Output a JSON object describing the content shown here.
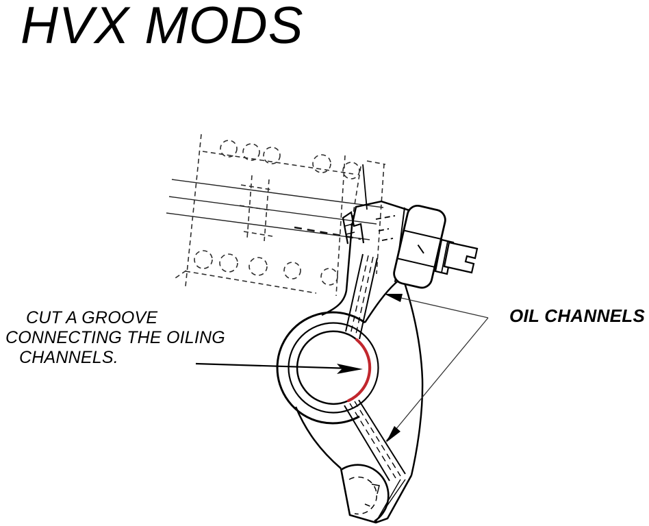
{
  "title": {
    "text": "HVX MODS"
  },
  "annotations": {
    "groove_note": {
      "line1": "CUT A GROOVE",
      "line2": "CONNECTING THE OILING",
      "line3": "CHANNELS."
    },
    "oil_channels_label": "OIL CHANNELS"
  },
  "colors": {
    "groove_highlight": "#c1272d",
    "line": "#000000",
    "background": "#ffffff"
  }
}
